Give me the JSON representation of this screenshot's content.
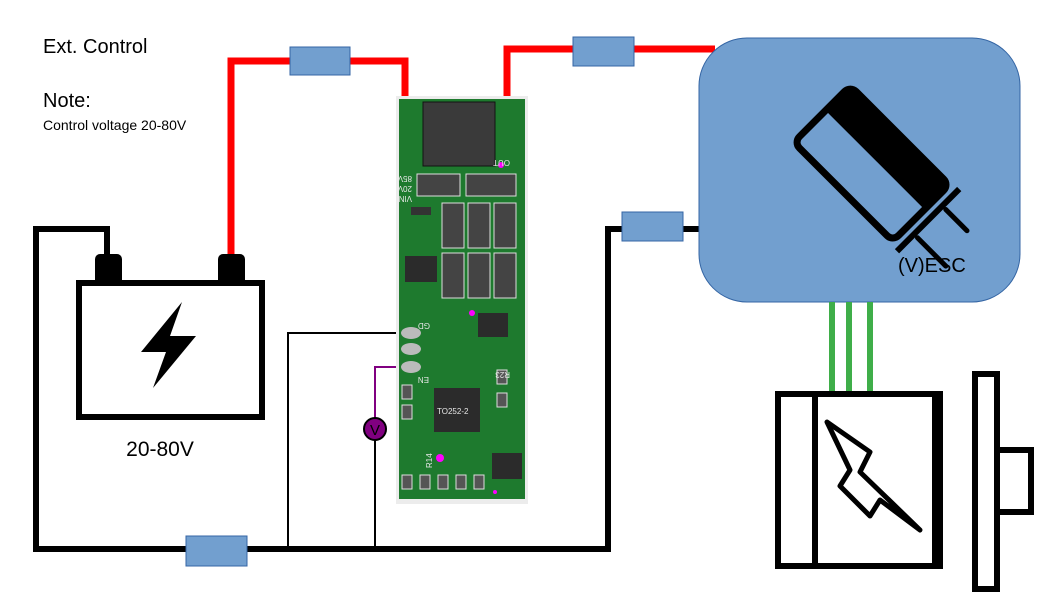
{
  "labels": {
    "ext_control": "Ext. Control",
    "note_title": "Note:",
    "note_text": "Control voltage 20-80V",
    "battery_voltage": "20-80V",
    "esc": "(V)ESC",
    "voltmeter": "V"
  },
  "pcb": {
    "out": "OUT",
    "vin": "VIN",
    "v20": "20V",
    "v85": "85V",
    "gd": "GD",
    "en": "EN",
    "r23": "R23",
    "r14": "R14",
    "package": "TO252-2"
  },
  "colors": {
    "positive_wire": "#ff0000",
    "negative_wire": "#000000",
    "fuse": "#729fcf",
    "esc_fill": "#729fcf",
    "motor_phase_wire": "#3fae49",
    "enable_wire": "#800080",
    "pcb": "#1e7a2e"
  },
  "icons": [
    "battery-icon",
    "lightning-icon",
    "capacitor-icon",
    "motor-icon",
    "fuse-icon",
    "voltmeter-icon"
  ]
}
